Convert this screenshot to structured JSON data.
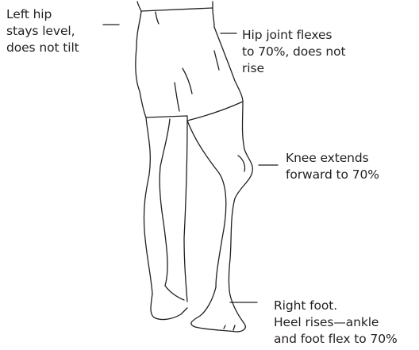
{
  "annotations": {
    "left_hip": [
      "Left hip",
      "stays level,",
      "does not tilt"
    ],
    "hip_joint": [
      "Hip joint flexes",
      "to 70%, does not",
      "rise"
    ],
    "knee": [
      "Knee extends",
      "forward to 70%"
    ],
    "right_foot": [
      "Right foot.",
      "Heel rises—ankle",
      "and foot flex to 70%"
    ]
  },
  "colors": {
    "ink": "#231f20",
    "background": "#ffffff"
  }
}
